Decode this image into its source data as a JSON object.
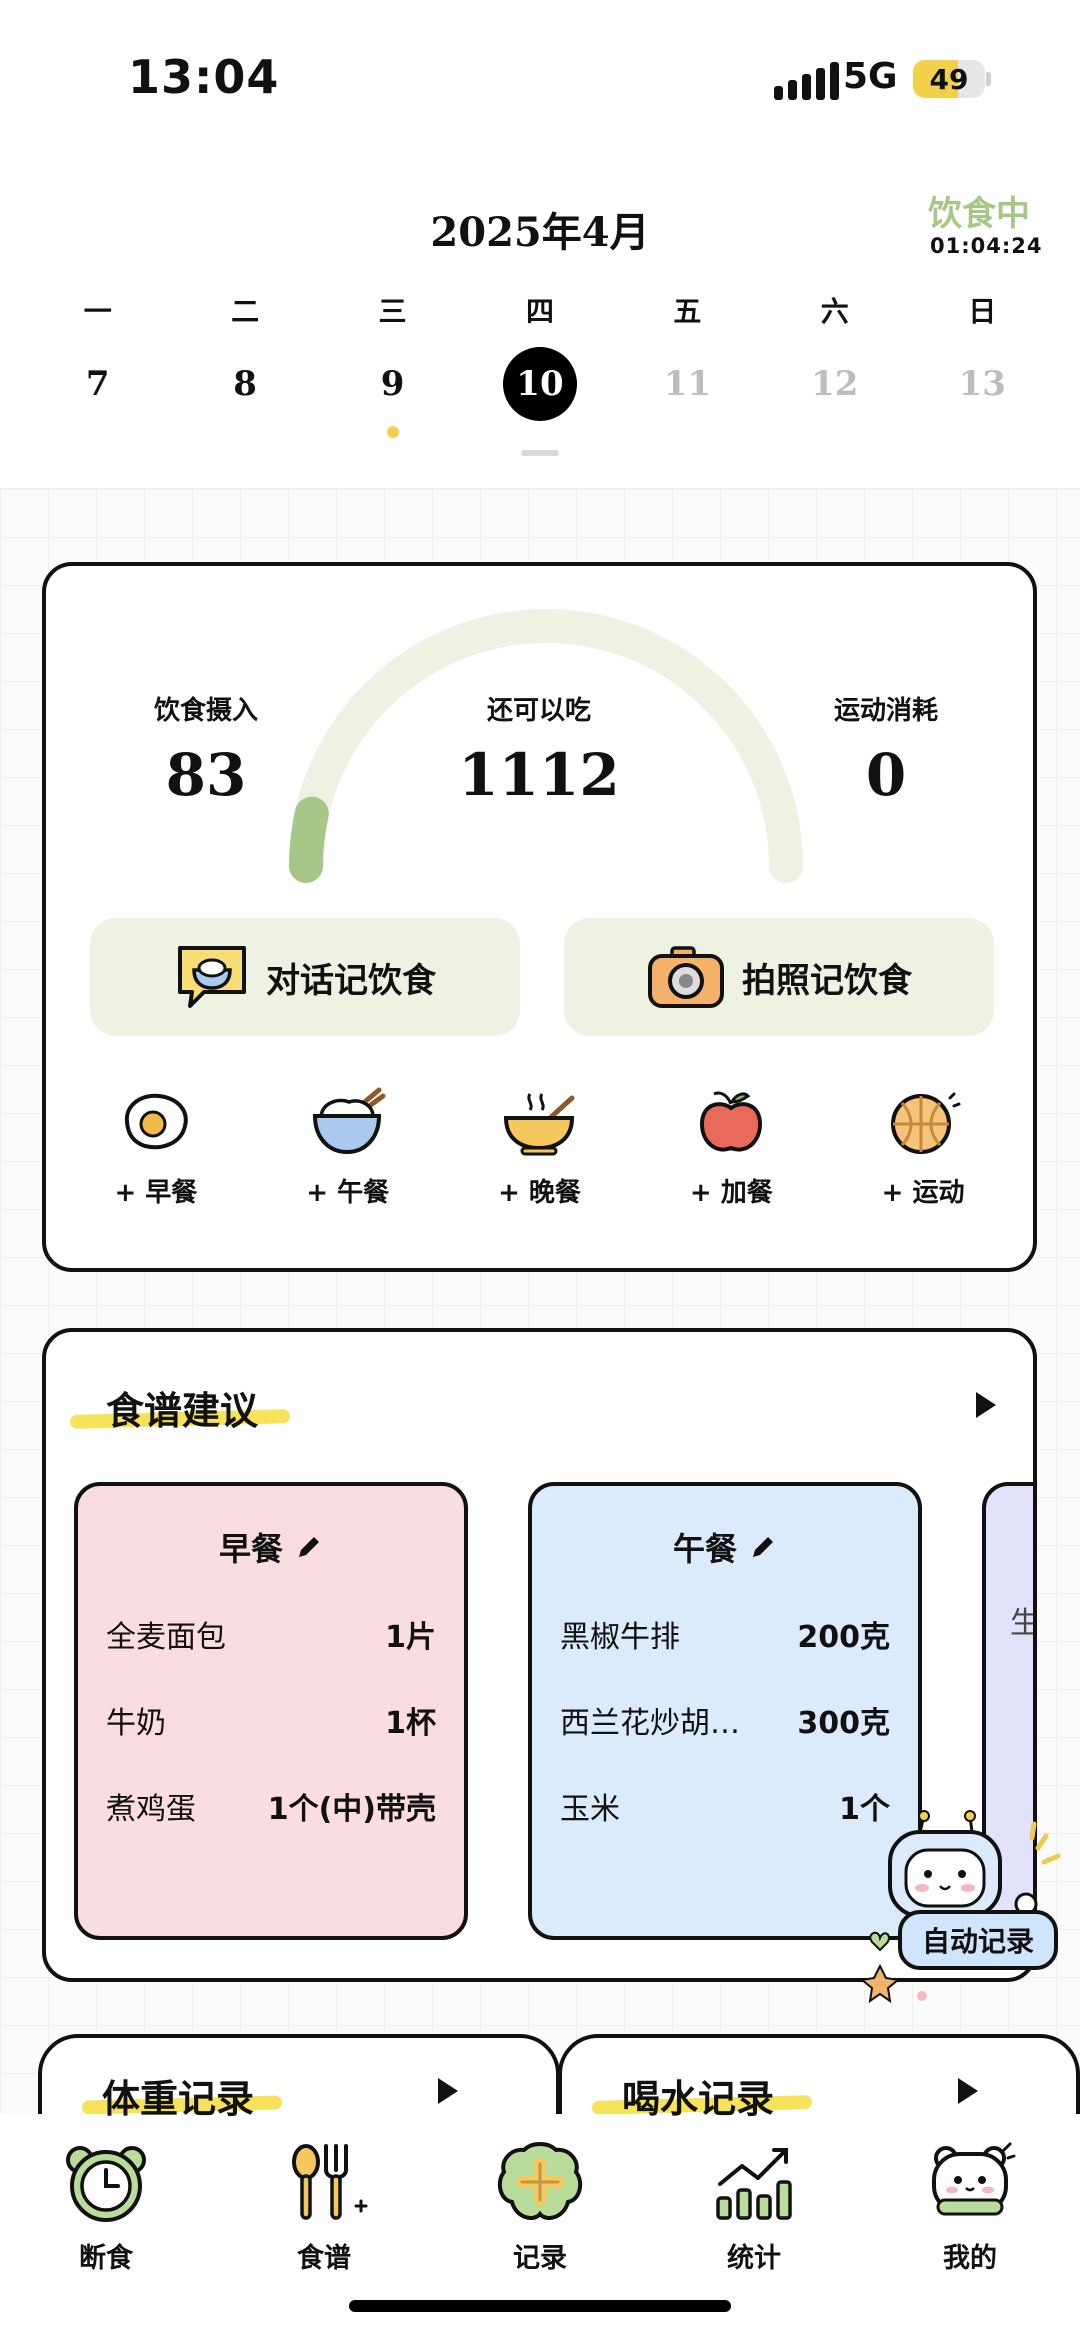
{
  "status_bar": {
    "time": "13:04",
    "network": "5G",
    "battery_level": "49"
  },
  "calendar": {
    "title": "2025年4月",
    "fasting_state": "饮食中",
    "fasting_timer": "01:04:24",
    "weekdays": [
      "一",
      "二",
      "三",
      "四",
      "五",
      "六",
      "日"
    ],
    "days": [
      "7",
      "8",
      "9",
      "10",
      "11",
      "12",
      "13"
    ],
    "selected_day": "10",
    "marked_day": "9"
  },
  "summary": {
    "intake_label": "饮食摄入",
    "intake_value": "83",
    "remaining_label": "还可以吃",
    "remaining_value": "1112",
    "burn_label": "运动消耗",
    "burn_value": "0",
    "gauge_progress": 0.07,
    "chat_record_label": "对话记饮食",
    "photo_record_label": "拍照记饮食",
    "meals": [
      {
        "label": "+ 早餐",
        "icon": "egg-icon"
      },
      {
        "label": "+ 午餐",
        "icon": "rice-bowl-icon"
      },
      {
        "label": "+ 晚餐",
        "icon": "soup-bowl-icon"
      },
      {
        "label": "+ 加餐",
        "icon": "apple-icon"
      },
      {
        "label": "+ 运动",
        "icon": "basketball-icon"
      }
    ]
  },
  "recipes": {
    "title": "食谱建议",
    "cards": [
      {
        "title": "早餐",
        "items": [
          {
            "name": "全麦面包",
            "qty": "1片"
          },
          {
            "name": "牛奶",
            "qty": "1杯"
          },
          {
            "name": "煮鸡蛋",
            "qty": "1个(中)带壳"
          }
        ]
      },
      {
        "title": "午餐",
        "items": [
          {
            "name": "黑椒牛排",
            "qty": "200克"
          },
          {
            "name": "西兰花炒胡…",
            "qty": "300克"
          },
          {
            "name": "玉米",
            "qty": "1个"
          }
        ]
      },
      {
        "title": "",
        "peek_text": "生"
      }
    ]
  },
  "mascot": {
    "label": "自动记录"
  },
  "bottom_cards": {
    "weight_title": "体重记录",
    "water_title": "喝水记录"
  },
  "tabs": [
    {
      "label": "断食",
      "icon": "clock-icon"
    },
    {
      "label": "食谱",
      "icon": "utensils-icon"
    },
    {
      "label": "记录",
      "icon": "plus-icon"
    },
    {
      "label": "统计",
      "icon": "chart-icon"
    },
    {
      "label": "我的",
      "icon": "bear-icon"
    }
  ],
  "colors": {
    "accent_green": "#a6c787",
    "gauge_track": "#eef2e3",
    "highlight_yellow": "#f7e35a",
    "breakfast_card": "#f9dde0",
    "lunch_card": "#dcebfb",
    "dinner_card": "#e2e3fb"
  }
}
